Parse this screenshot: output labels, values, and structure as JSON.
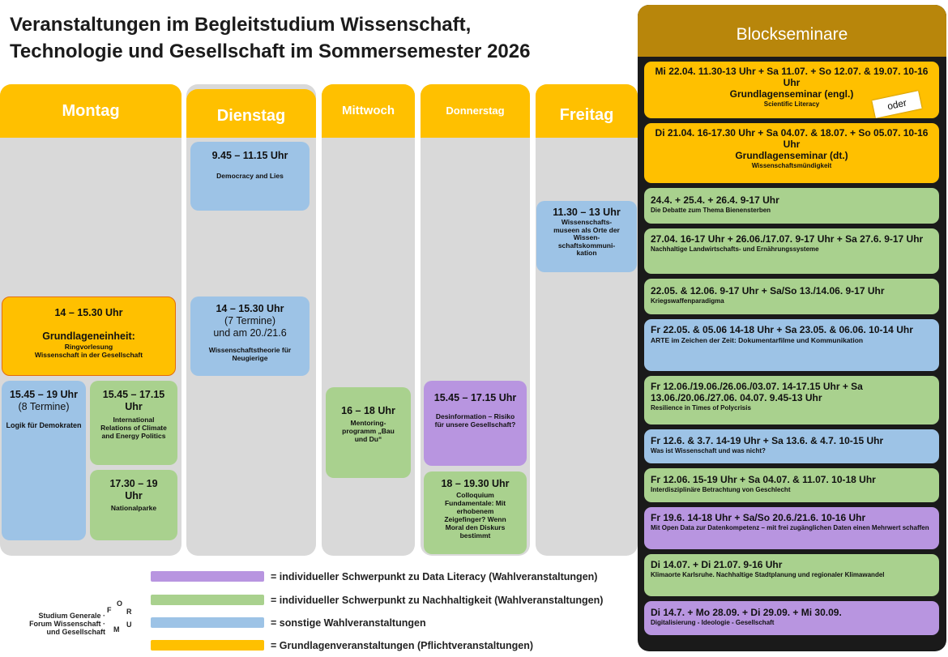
{
  "title": {
    "line1": "Veranstaltungen im Begleitstudium Wissenschaft,",
    "line2": "Technologie und Gesellschaft im Sommersemester 2026"
  },
  "days": {
    "montag": "Montag",
    "dienstag": "Dienstag",
    "mittwoch": "Mittwoch",
    "donnerstag": "Donnerstag",
    "freitag": "Freitag"
  },
  "montag": {
    "grundlagen": {
      "time": "14 – 15.30 Uhr",
      "title": "Grundlageneinheit:",
      "sub1": "Ringvorlesung",
      "sub2": "Wissenschaft in der Gesellschaft"
    },
    "logik": {
      "time": "15.45 – 19 Uhr",
      "sub": "(8 Termine)",
      "title": "Logik für Demokraten"
    },
    "climate": {
      "time": "15.45 – 17.15 Uhr",
      "title": "International Relations of Climate and Energy Politics"
    },
    "national": {
      "time": "17.30 – 19 Uhr",
      "title": "Nationalparke"
    }
  },
  "dienstag": {
    "democracy": {
      "time": "9.45 – 11.15 Uhr",
      "title": "Democracy and Lies"
    },
    "wt": {
      "time": "14 – 15.30 Uhr",
      "sub1": "(7 Termine)",
      "sub2": "und am 20./21.6",
      "title": "Wissenschaftstheorie für Neugierige"
    }
  },
  "mittwoch": {
    "mentoring": {
      "time": "16 – 18 Uhr",
      "title": "Mentoring-programm „Bau und Du“"
    }
  },
  "donnerstag": {
    "desinfo": {
      "time": "15.45 – 17.15 Uhr",
      "title": "Desinformation – Risiko für unsere Gesellschaft?"
    },
    "colloquium": {
      "time": "18 – 19.30 Uhr",
      "title": "Colloquium Fundamentale: Mit erhobenem Zeigefinger? Wenn Moral den Diskurs bestimmt"
    }
  },
  "freitag": {
    "museen": {
      "time": "11.30 – 13 Uhr",
      "title": "Wissenschafts-museen als Orte der Wissen-schaftskommuni-kation"
    }
  },
  "block": {
    "heading": "Blockseminare",
    "oder": "oder",
    "items": [
      {
        "title": "Mi 22.04. 11.30-13 Uhr + Sa 11.07. + So 12.07. & 19.07. 10-16 Uhr",
        "main": "Grundlagenseminar (engl.)",
        "sub": "Scientific Literacy"
      },
      {
        "title": "Di 21.04. 16-17.30 Uhr + Sa 04.07. & 18.07. + So 05.07. 10-16 Uhr",
        "main": "Grundlagenseminar (dt.)",
        "sub": "Wissenschaftsmündigkeit"
      },
      {
        "title": "24.4. + 25.4. + 26.4. 9-17 Uhr",
        "sub": "Die Debatte zum Thema Bienensterben"
      },
      {
        "title": "27.04. 16-17 Uhr + 26.06./17.07. 9-17 Uhr + Sa 27.6. 9-17 Uhr",
        "sub": "Nachhaltige Landwirtschafts- und Ernährungssysteme"
      },
      {
        "title": "22.05. & 12.06. 9-17 Uhr + Sa/So 13./14.06. 9-17 Uhr",
        "sub": "Kriegswaffenparadigma"
      },
      {
        "title": "Fr 22.05. & 05.06 14-18 Uhr + Sa 23.05. & 06.06. 10-14 Uhr",
        "sub": "ARTE im Zeichen der Zeit: Dokumentarfilme und Kommunikation"
      },
      {
        "title": "Fr 12.06./19.06./26.06./03.07. 14-17.15 Uhr + Sa 13.06./20.06./27.06. 04.07. 9.45-13 Uhr",
        "sub": "Resilience in Times of Polycrisis"
      },
      {
        "title": "Fr 12.6. & 3.7. 14-19 Uhr + Sa 13.6. & 4.7. 10-15 Uhr",
        "sub": "Was ist Wissenschaft und was nicht?"
      },
      {
        "title": "Fr 12.06. 15-19 Uhr + Sa 04.07. & 11.07. 10-18 Uhr",
        "sub": "Interdisziplinäre Betrachtung von Geschlecht"
      },
      {
        "title": "Fr 19.6. 14-18 Uhr + Sa/So 20.6./21.6. 10-16 Uhr",
        "sub": "Mit Open Data zur Datenkompetenz – mit frei zugänglichen Daten einen Mehrwert schaffen"
      },
      {
        "title": "Di 14.07. + Di 21.07. 9-16 Uhr",
        "sub": "Klimaorte Karlsruhe. Nachhaltige Stadtplanung und regionaler Klimawandel"
      },
      {
        "title": "Di 14.7. + Mo 28.09. + Di 29.09. + Mi 30.09.",
        "sub": "Digitalisierung - Ideologie - Gesellschaft"
      }
    ]
  },
  "legend": {
    "purple": "= individueller Schwerpunkt zu Data Literacy (Wahlveranstaltungen)",
    "green": "= individueller Schwerpunkt zu Nachhaltigkeit (Wahlveranstaltungen)",
    "blue": "= sonstige Wahlveranstaltungen",
    "orange": "= Grundlagenveranstaltungen (Pflichtveranstaltungen)"
  },
  "logo": {
    "line1": "Studium Generale ·",
    "line2": "Forum Wissenschaft ·",
    "line3": "und Gesellschaft",
    "letters": [
      "F",
      "O",
      "R",
      "U",
      "M"
    ]
  },
  "colors": {
    "orange": "#ffc000",
    "green": "#a9d18e",
    "blue": "#9dc3e6",
    "purple": "#b895e0",
    "column_bg": "#d9d9d9",
    "block_head": "#b8860b"
  }
}
